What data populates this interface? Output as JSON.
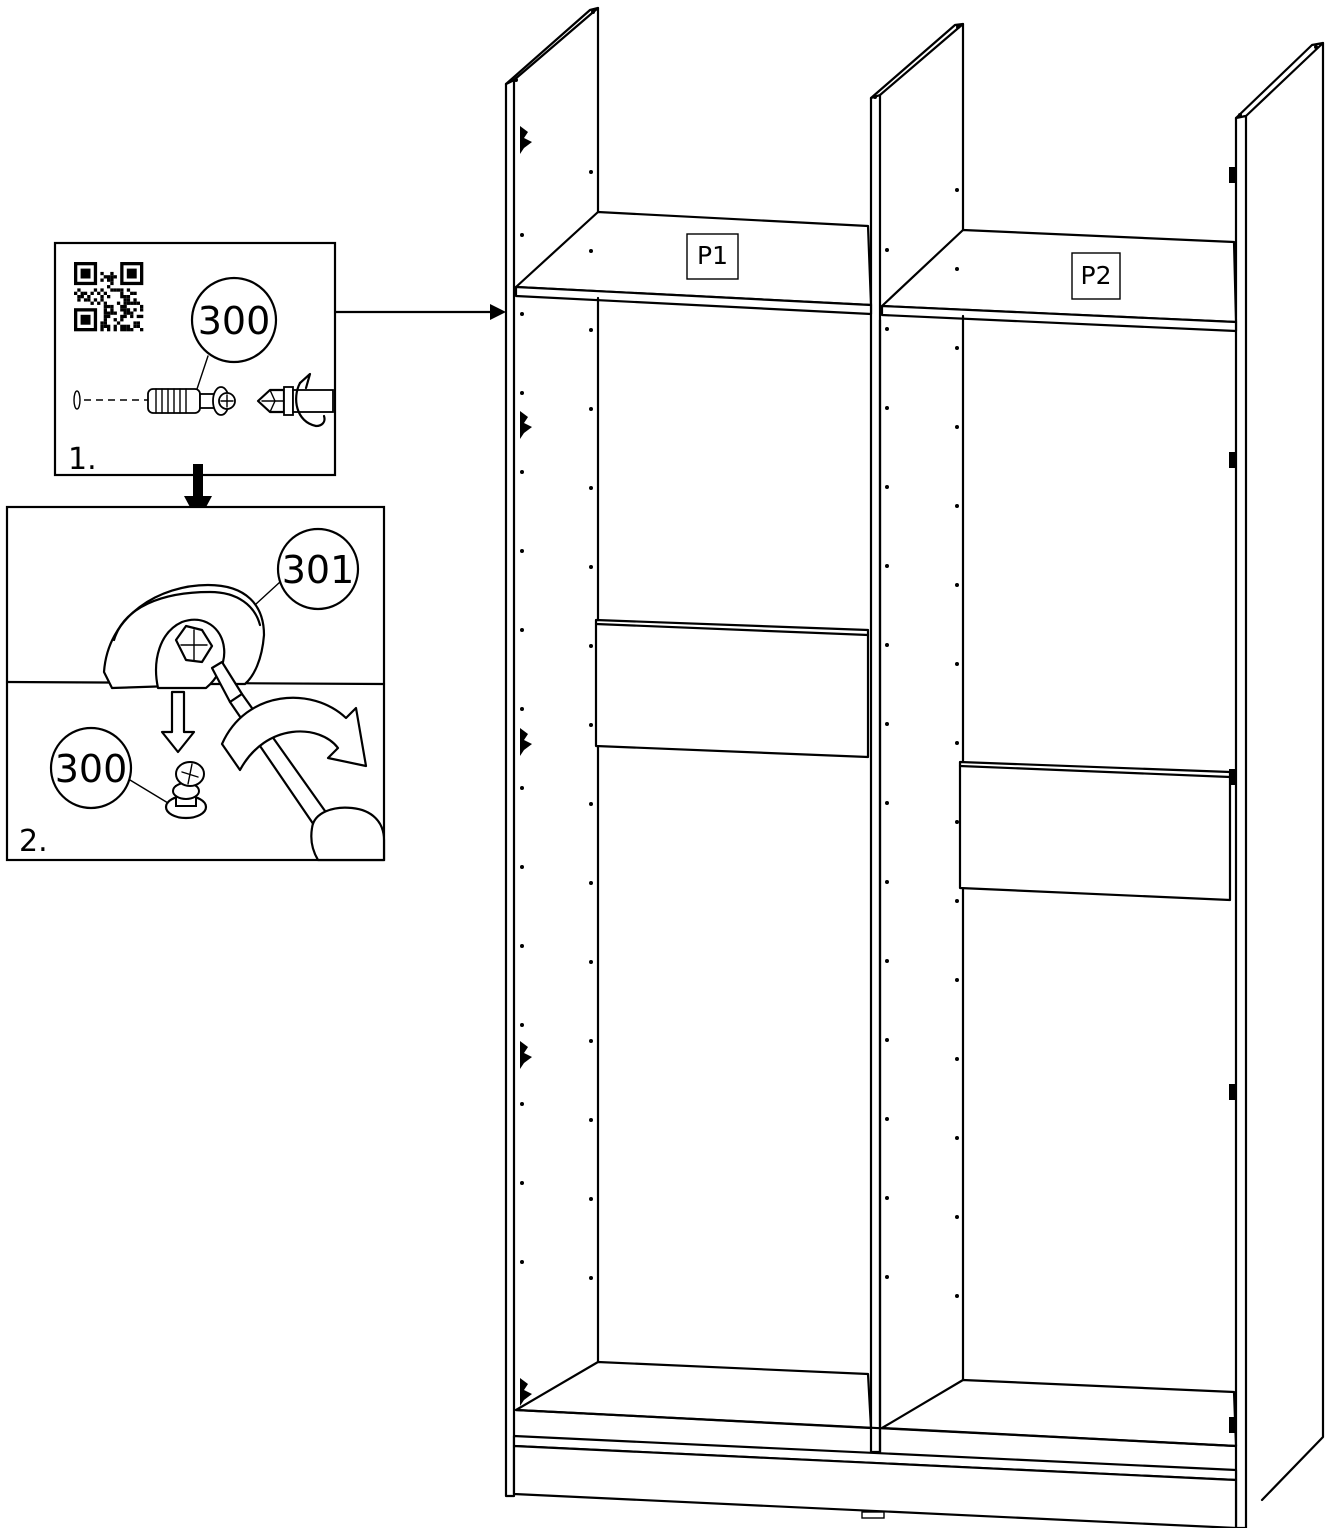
{
  "panel_labels": {
    "p1": "P1",
    "p2": "P2"
  },
  "steps": {
    "step1": {
      "number": "1.",
      "part": "300"
    },
    "step2": {
      "number": "2.",
      "part_top": "301",
      "part_bottom": "300"
    }
  },
  "icons": [
    "qr-code-icon",
    "drill-bit-icon",
    "rotation-arrow-icon",
    "down-arrow-icon",
    "screwdriver-icon"
  ]
}
